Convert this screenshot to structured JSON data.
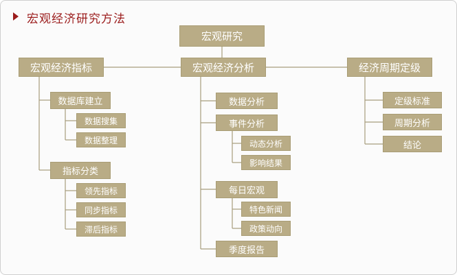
{
  "title": "宏观经济研究方法",
  "root": "宏观研究",
  "columns": [
    {
      "label": "宏观经济指标",
      "groups": [
        {
          "label": "数据库建立",
          "children": [
            "数据搜集",
            "数据整理"
          ]
        },
        {
          "label": "指标分类",
          "children": [
            "领先指标",
            "同步指标",
            "滞后指标"
          ]
        }
      ]
    },
    {
      "label": "宏观经济分析",
      "groups": [
        {
          "label": "数据分析",
          "children": []
        },
        {
          "label": "事件分析",
          "children": [
            "动态分析",
            "影响结果"
          ]
        },
        {
          "label": "每日宏观",
          "children": [
            "特色新闻",
            "政策动向"
          ]
        },
        {
          "label": "季度报告",
          "children": []
        }
      ]
    },
    {
      "label": "经济周期定级",
      "groups": [
        {
          "label": "定级标准",
          "children": []
        },
        {
          "label": "周期分析",
          "children": []
        },
        {
          "label": "结论",
          "children": []
        }
      ]
    }
  ],
  "colors": {
    "node_fill": "#b9ac86",
    "node_text": "#ffffff",
    "connector": "#a79c7c",
    "title_text": "#9b1c1c"
  }
}
